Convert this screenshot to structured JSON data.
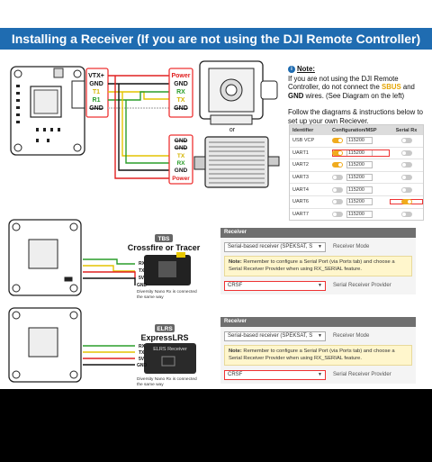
{
  "title": "Installing a Receiver  (If you are not using the DJI Remote Controller)",
  "dji_wiring": {
    "fc_pads": [
      "VTX+",
      "GND",
      "T1",
      "R1",
      "GND"
    ],
    "air_unit_pins": [
      "Power",
      "GND",
      "RX",
      "TX",
      "GND"
    ],
    "or_label": "or",
    "alt_pins": [
      "GND",
      "GND",
      "TX",
      "RX",
      "GND",
      "Power"
    ]
  },
  "note": {
    "heading": "Note:",
    "line1": "If you are not using the DJI Remote Controller, do not connect the ",
    "sbus": "SBUS",
    "line1b": " and ",
    "gnd": "GND",
    "line1c": " wires. (See Diagram on the left)",
    "line2": "Follow the diagrams & instructions below to set up your own Reciever."
  },
  "ports_table": {
    "headers": [
      "Identifier",
      "Configuration/MSP",
      "Serial Rx"
    ],
    "rows": [
      {
        "id": "USB VCP",
        "baud": "115200",
        "msp": true,
        "rx": false
      },
      {
        "id": "UART1",
        "baud": "115200",
        "msp": true,
        "rx": false
      },
      {
        "id": "UART2",
        "baud": "115200",
        "msp": true,
        "rx": false
      },
      {
        "id": "UART3",
        "baud": "115200",
        "msp": false,
        "rx": false
      },
      {
        "id": "UART4",
        "baud": "115200",
        "msp": false,
        "rx": false
      },
      {
        "id": "UART6",
        "baud": "115200",
        "msp": false,
        "rx": true
      },
      {
        "id": "UART7",
        "baud": "115200",
        "msp": false,
        "rx": false
      }
    ]
  },
  "tbs": {
    "badge": "TBS",
    "title": "Crossfire or Tracer",
    "pins": [
      "RX",
      "TX",
      "5V",
      "GND"
    ],
    "caption": "Diversity Nano Rx is connected the same way"
  },
  "elrs": {
    "badge": "ELRS",
    "title": "ExpressLRS",
    "module": "ELRS Receiver",
    "pins": [
      "RX",
      "TX",
      "5V",
      "GND"
    ],
    "caption": "Diversity Nano Rx is connected the same way"
  },
  "receiver_panels": [
    {
      "header": "Receiver",
      "mode_value": "Serial-based receiver (SPEKSAT, S",
      "mode_label": "Receiver Mode",
      "note_bold": "Note:",
      "note_text": " Remember to configure a Serial Port (via Ports tab) and choose a Serial Receiver Provider when using RX_SERIAL feature.",
      "provider_value": "CRSF",
      "provider_label": "Serial Receiver Provider"
    },
    {
      "header": "Receiver",
      "mode_value": "Serial-based receiver (SPEKSAT, S",
      "mode_label": "Receiver Mode",
      "note_bold": "Note:",
      "note_text": " Remember to configure a Serial Port (via Ports tab) and choose a Serial Receiver Provider when using RX_SERIAL feature.",
      "provider_value": "CRSF",
      "provider_label": "Serial Receiver Provider"
    }
  ],
  "colors": {
    "banner": "#1f6cb1",
    "red_wire": "#e02020",
    "black_wire": "#111111",
    "green_wire": "#2a9d2a",
    "yellow_wire": "#e4c400",
    "highlight": "#e33333",
    "toggle_on": "#f0ab1e"
  }
}
